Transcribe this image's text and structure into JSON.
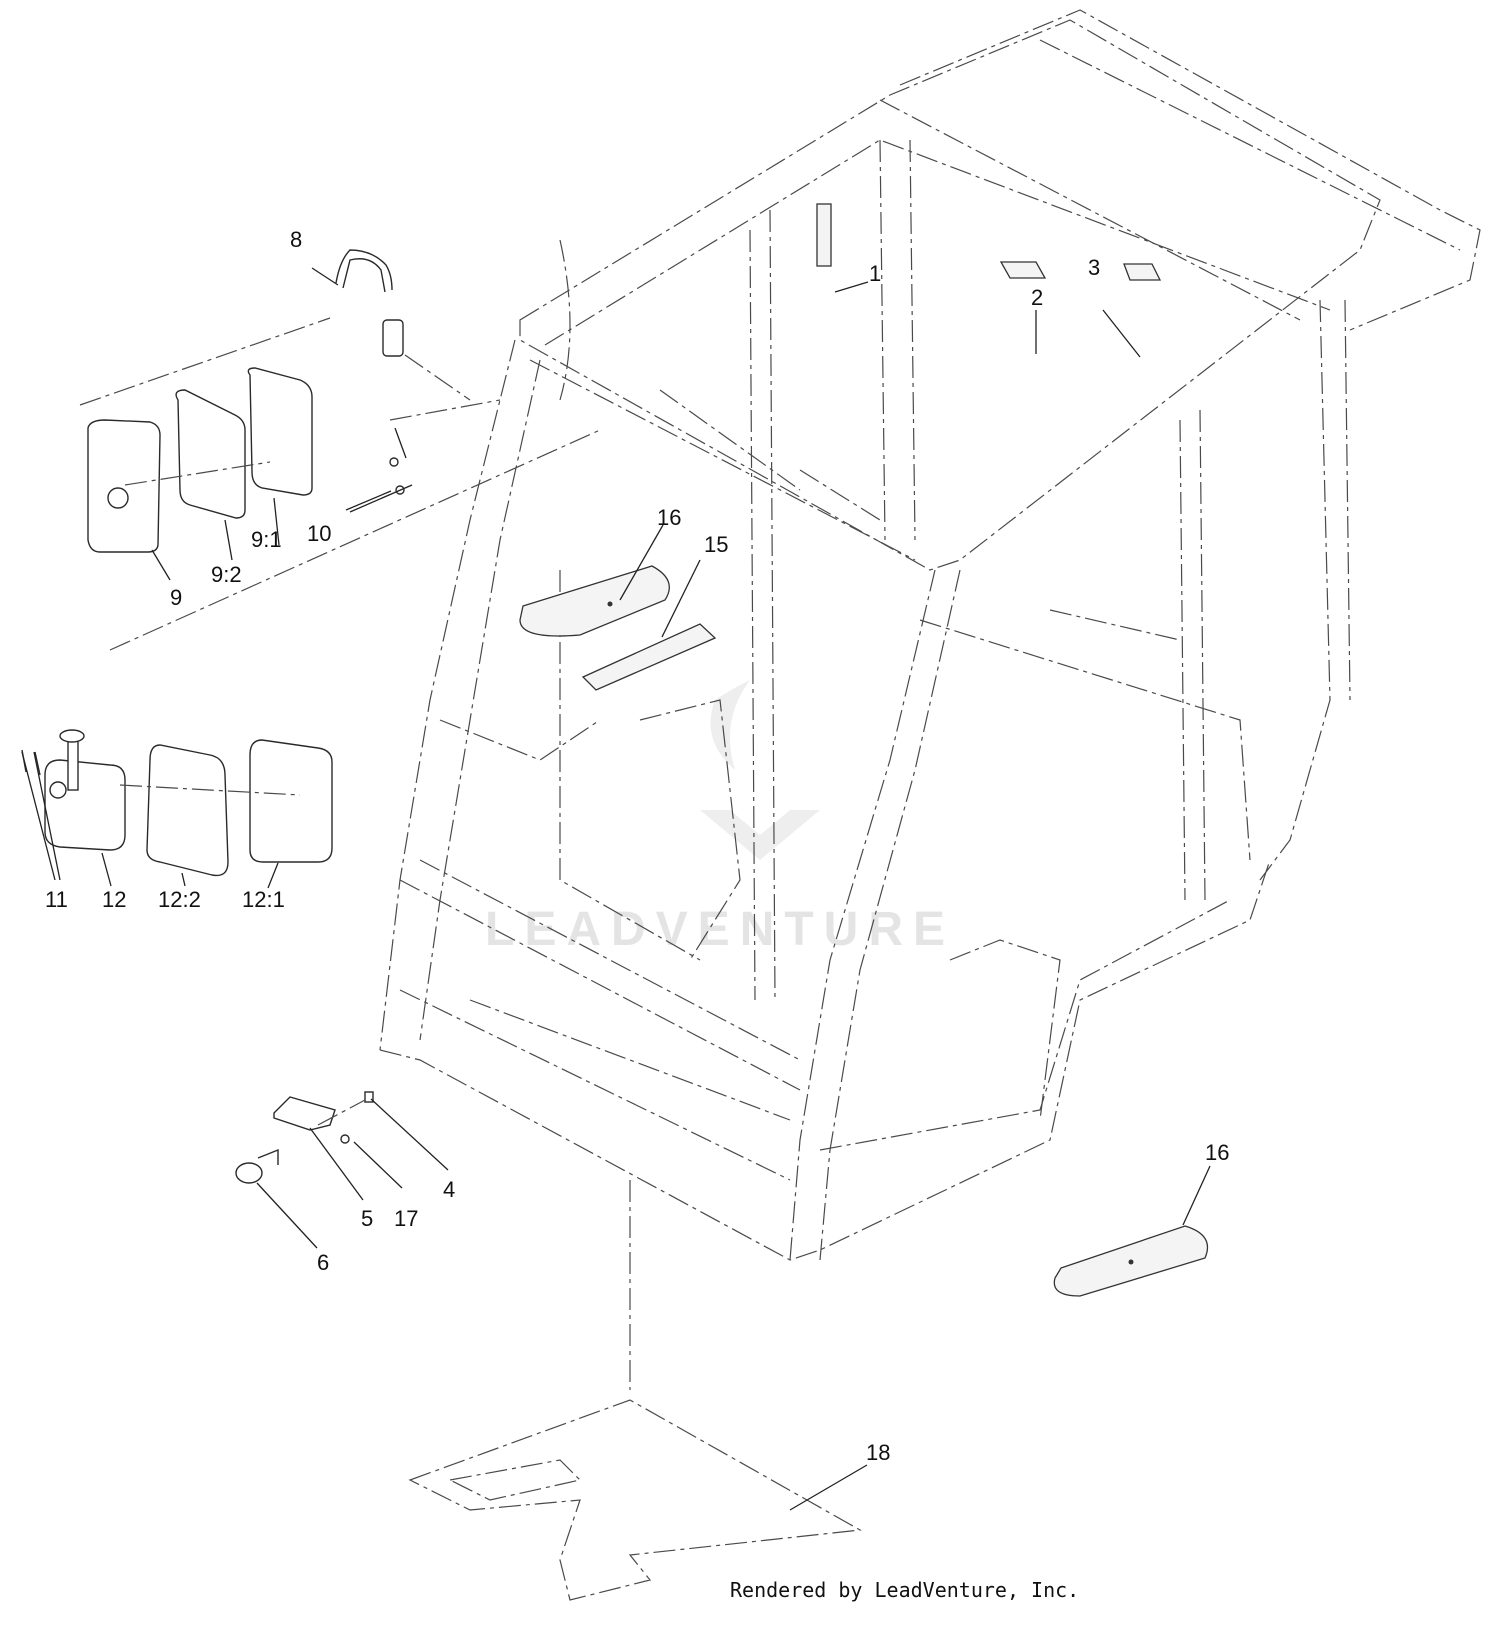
{
  "callouts": {
    "c1": "1",
    "c2": "2",
    "c3": "3",
    "c4": "4",
    "c5": "5",
    "c6": "6",
    "c8": "8",
    "c9": "9",
    "c9_1": "9:1",
    "c9_2": "9:2",
    "c10": "10",
    "c11": "11",
    "c12": "12",
    "c12_1": "12:1",
    "c12_2": "12:2",
    "c15": "15",
    "c16_top": "16",
    "c16_right": "16",
    "c17": "17",
    "c18": "18"
  },
  "watermark": "LEADVENTURE",
  "credit": "Rendered by LeadVenture, Inc."
}
